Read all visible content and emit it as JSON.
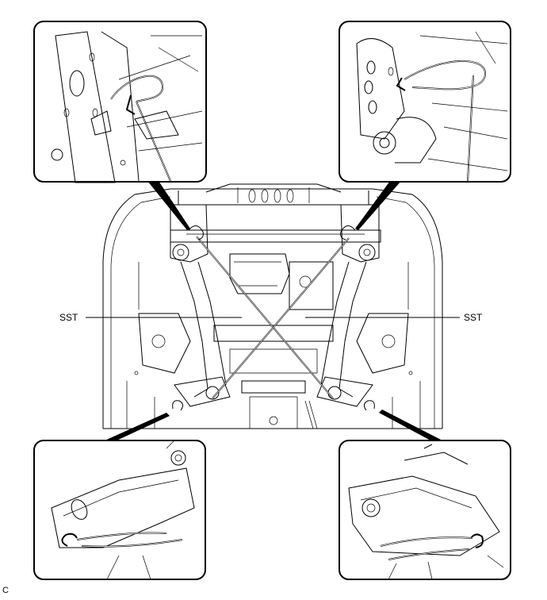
{
  "labels": {
    "sst_left": "SST",
    "sst_right": "SST"
  },
  "figure_code": "C",
  "colors": {
    "ink": "#000000",
    "paper": "#ffffff"
  }
}
